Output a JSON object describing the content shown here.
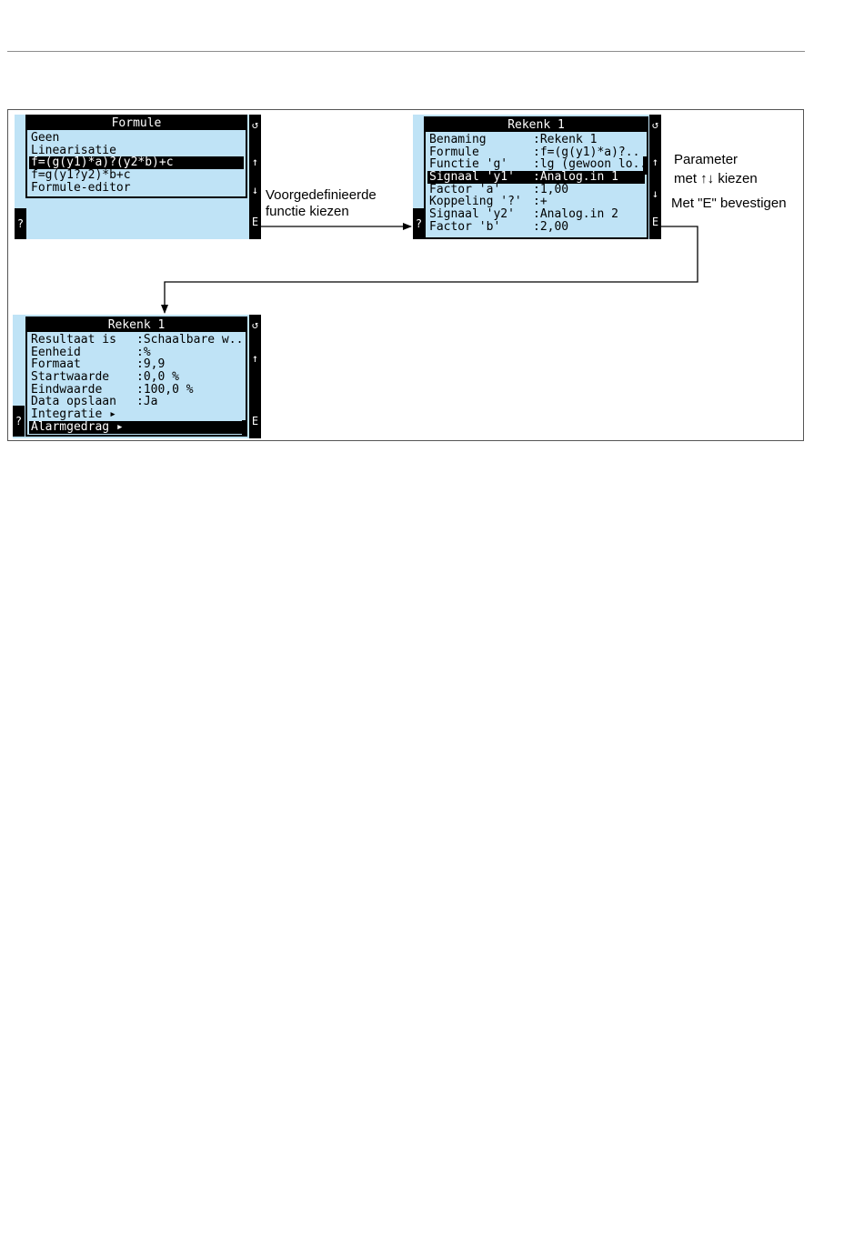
{
  "screens": {
    "formule": {
      "title": "Formule",
      "items": [
        "Geen",
        "Linearisatie",
        "f=(g(y1)*a)?(y2*b)+c",
        "f=g(y1?y2)*b+c",
        "Formule-editor"
      ],
      "selected_index": 2
    },
    "rekenk_params": {
      "title": "Rekenk 1",
      "rows": [
        {
          "label": "Benaming",
          "value": "Rekenk 1"
        },
        {
          "label": "Formule",
          "value": "f=(g(y1)*a)?.."
        },
        {
          "label": "Functie 'g'",
          "value": "lg (gewoon lo.."
        },
        {
          "label": "Signaal 'y1'",
          "value": "Analog.in 1"
        },
        {
          "label": "Factor 'a'",
          "value": "1,00"
        },
        {
          "label": "Koppeling '?'",
          "value": "+"
        },
        {
          "label": "Signaal 'y2'",
          "value": "Analog.in 2"
        },
        {
          "label": "Factor 'b'",
          "value": "2,00"
        }
      ],
      "selected_index": 3
    },
    "rekenk_result": {
      "title": "Rekenk 1",
      "rows": [
        {
          "label": "Resultaat is",
          "value": "Schaalbare w.."
        },
        {
          "label": "Eenheid",
          "value": "%"
        },
        {
          "label": "Formaat",
          "value": "9,9"
        },
        {
          "label": "Startwaarde",
          "value": "0,0 %"
        },
        {
          "label": "Eindwaarde",
          "value": "100,0 %"
        },
        {
          "label": "Data opslaan",
          "value": "Ja"
        },
        {
          "label": "Integratie ▸",
          "value": ""
        },
        {
          "label": "Alarmgedrag ▸",
          "value": ""
        }
      ],
      "selected_index": 7
    }
  },
  "buttons": {
    "back": "↺",
    "up": "↑",
    "down": "↓",
    "enter": "E",
    "help": "?"
  },
  "annotations": {
    "choose_function_line1": "Voorgedefinieerde",
    "choose_function_line2": "functie kiezen",
    "parameter_line1": "Parameter",
    "parameter_line2": "met ↑↓ kiezen",
    "confirm": "Met \"E\" bevestigen"
  }
}
